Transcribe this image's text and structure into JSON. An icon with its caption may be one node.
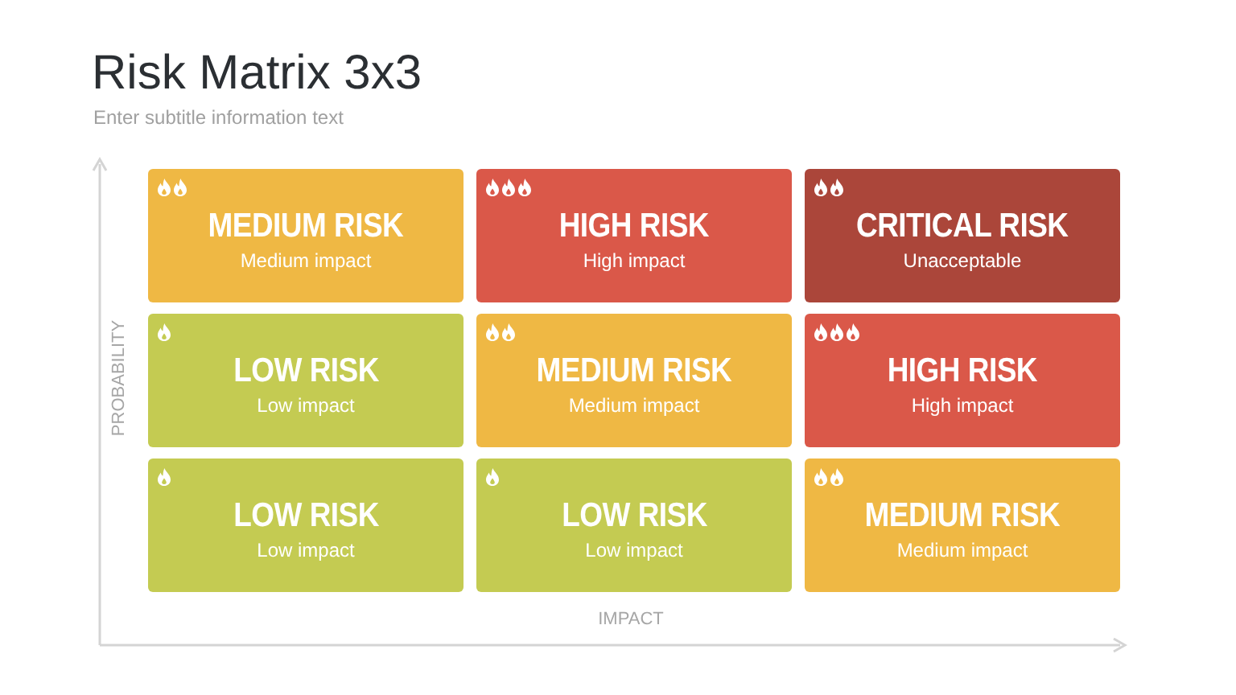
{
  "diagram": {
    "title": "Risk Matrix 3x3",
    "nodes": [
      {
        "text": [
          "MEDIUM RISK",
          "Medium impact"
        ]
      },
      {
        "text": [
          "HIGH RISK",
          "High impact"
        ]
      },
      {
        "text": [
          "CRITICAL RISK",
          "Unacceptable"
        ]
      },
      {
        "text": [
          "LOW RISK",
          "Low impact"
        ]
      },
      {
        "text": [
          "MEDIUM RISK",
          "Medium impact"
        ]
      },
      {
        "text": [
          "HIGH RISK",
          "High impact"
        ]
      },
      {
        "text": [
          "LOW RISK",
          "Low impact"
        ]
      },
      {
        "text": [
          "LOW RISK",
          "Low impact"
        ]
      },
      {
        "text": [
          "MEDIUM RISK",
          "Medium impact"
        ]
      }
    ],
    "labels": [
      "Enter subtitle information text",
      "PROBABILITY",
      "IMPACT"
    ]
  }
}
